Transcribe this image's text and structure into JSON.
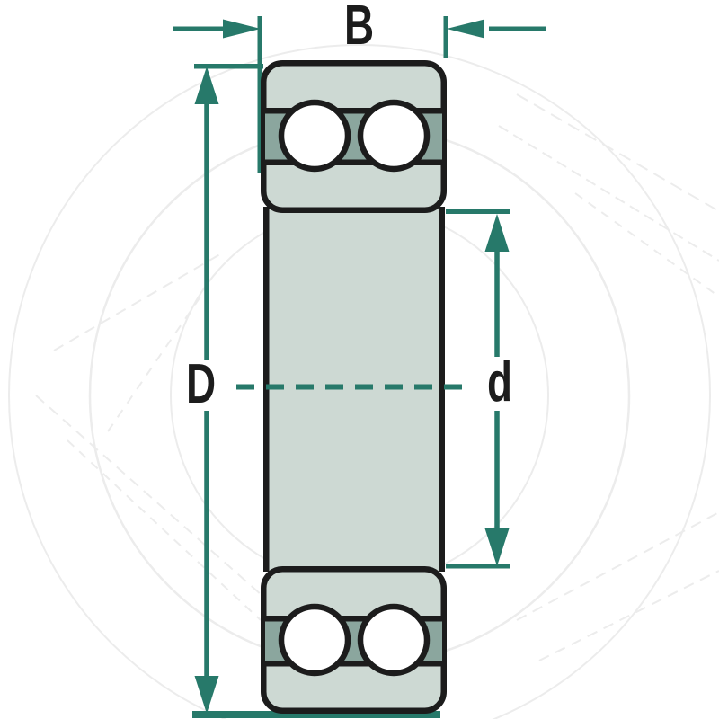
{
  "diagram": {
    "name": "double-row ball bearing cross-section with dimension annotations",
    "labels": {
      "width": "B",
      "outer_diameter": "D",
      "bore_diameter": "d"
    },
    "colors": {
      "dimension": "#27796a",
      "outline": "#1c1c1c",
      "body_fill": "#cdd9d3",
      "band_fill": "#8ba69e",
      "ball_fill": "#ffffff",
      "watermark": "#ececec",
      "background": "#ffffff"
    }
  }
}
